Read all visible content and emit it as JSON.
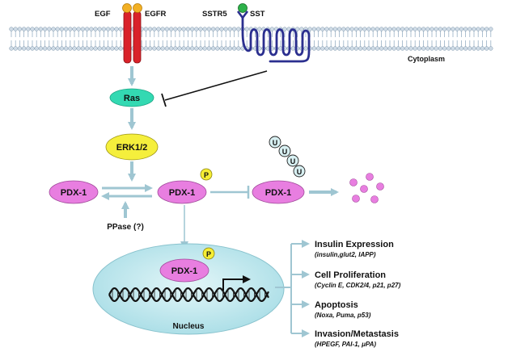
{
  "membrane": {
    "egf": "EGF",
    "egfr": "EGFR",
    "sstr5": "SSTR5",
    "sst": "SST",
    "cytoplasm": "Cytoplasm"
  },
  "pathway": {
    "ras": "Ras",
    "erk": "ERK1/2",
    "pdx_left": "PDX-1",
    "pdx_mid": "PDX-1",
    "pdx_right": "PDX-1",
    "pdx_nucleus": "PDX-1",
    "phospho": "P",
    "ubiquitin": "U",
    "ppase": "PPase (?)",
    "nucleus": "Nucleus"
  },
  "outcomes": [
    {
      "title": "Insulin Expression",
      "detail": "(insulin,glut2, IAPP)"
    },
    {
      "title": "Cell Proliferation",
      "detail": "(Cyclin E, CDK2/4, p21, p27)"
    },
    {
      "title": "Apoptosis",
      "detail": "(Noxa, Puma, p53)"
    },
    {
      "title": "Invasion/Metastasis",
      "detail": "(HPEGF, PAI-1, μPA)"
    }
  ],
  "colors": {
    "egfr": "#d9222a",
    "egf": "#f2b024",
    "sstr5": "#2b2f8f",
    "sst": "#2db24a",
    "ras": "#33d9b2",
    "erk": "#f5ef3c",
    "pdx": "#e87ee0",
    "phospho": "#f6ee34",
    "ubiquitin": "#d8f0f2",
    "nucleus": "#bfe6ec",
    "arrow": "#8fb8c6",
    "fragment": "#e87ee0"
  }
}
